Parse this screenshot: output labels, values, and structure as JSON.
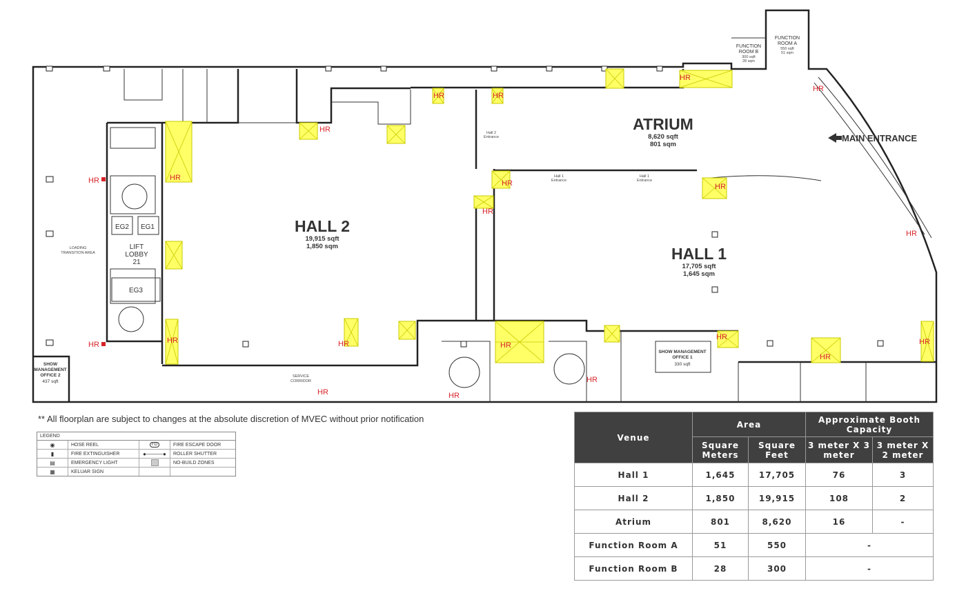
{
  "plan_labels": {
    "atrium": {
      "name": "ATRIUM",
      "sqft": "8,620 sqft",
      "sqm": "801 sqm"
    },
    "hall2": {
      "name": "HALL 2",
      "sqft": "19,915 sqft",
      "sqm": "1,850 sqm"
    },
    "hall1": {
      "name": "HALL 1",
      "sqft": "17,705 sqft",
      "sqm": "1,645 sqm"
    },
    "main_entrance": "MAIN ENTRANCE",
    "function_room_b": {
      "l1": "FUNCTION",
      "l2": "ROOM B",
      "l3": "300 sqft",
      "l4": "28 sqm"
    },
    "function_room_a": {
      "l1": "FUNCTION",
      "l2": "ROOM A",
      "l3": "550 sqft",
      "l4": "51 sqm"
    },
    "lift_lobby": {
      "l1": "LIFT",
      "l2": "LOBBY",
      "l3": "21"
    },
    "eg1": "EG1",
    "eg2": "EG2",
    "eg3": "EG3",
    "loading": {
      "l1": "LOADING",
      "l2": "TRANSITION AREA"
    },
    "service_corridor": {
      "l1": "SERVICE",
      "l2": "CORRIDOR"
    },
    "smo1": {
      "l1": "SHOW MANAGEMENT",
      "l2": "OFFICE 1",
      "l3": "330 sqft"
    },
    "smo2": {
      "l1": "SHOW",
      "l2": "MANAGEMENT",
      "l3": "OFFICE 2",
      "l4": "437 sqft"
    },
    "hall2_entrance": {
      "l1": "Hall 2",
      "l2": "Entrance"
    },
    "hall1_entrance": {
      "l1": "Hall 1",
      "l2": "Entrance"
    },
    "hose_reel_marker": "HR"
  },
  "disclaimer": "** All floorplan are subject to changes at the absolute discretion of MVEC without prior notification",
  "legend": {
    "title": "LEGEND",
    "items": [
      {
        "label": "HOSE REEL",
        "label2": "FIRE ESCAPE DOOR",
        "sym2": "FD"
      },
      {
        "label": "FIRE EXTINGUISHER",
        "label2": "ROLLER SHUTTER"
      },
      {
        "label": "EMERGENCY LIGHT",
        "label2": "NO-BUILD ZONES"
      },
      {
        "label": "KELUAR SIGN",
        "label2": ""
      }
    ]
  },
  "venue_table": {
    "headers": {
      "venue": "Venue",
      "area": "Area",
      "booth": "Approximate Booth Capacity",
      "sqm": "Square Meters",
      "sqft": "Square Feet",
      "b33": "3 meter X 3 meter",
      "b32": "3 meter X 2 meter"
    },
    "rows": [
      {
        "venue": "Hall 1",
        "sqm": "1,645",
        "sqft": "17,705",
        "b33": "76",
        "b32": "3"
      },
      {
        "venue": "Hall 2",
        "sqm": "1,850",
        "sqft": "19,915",
        "b33": "108",
        "b32": "2"
      },
      {
        "venue": "Atrium",
        "sqm": "801",
        "sqft": "8,620",
        "b33": "16",
        "b32": "-"
      },
      {
        "venue": "Function Room A",
        "sqm": "51",
        "sqft": "550",
        "merged": "-"
      },
      {
        "venue": "Function Room B",
        "sqm": "28",
        "sqft": "300",
        "merged": "-"
      }
    ]
  },
  "colors": {
    "booth_fill": "#ffff66",
    "hose_reel": "#d8232a",
    "table_header": "#404040"
  }
}
